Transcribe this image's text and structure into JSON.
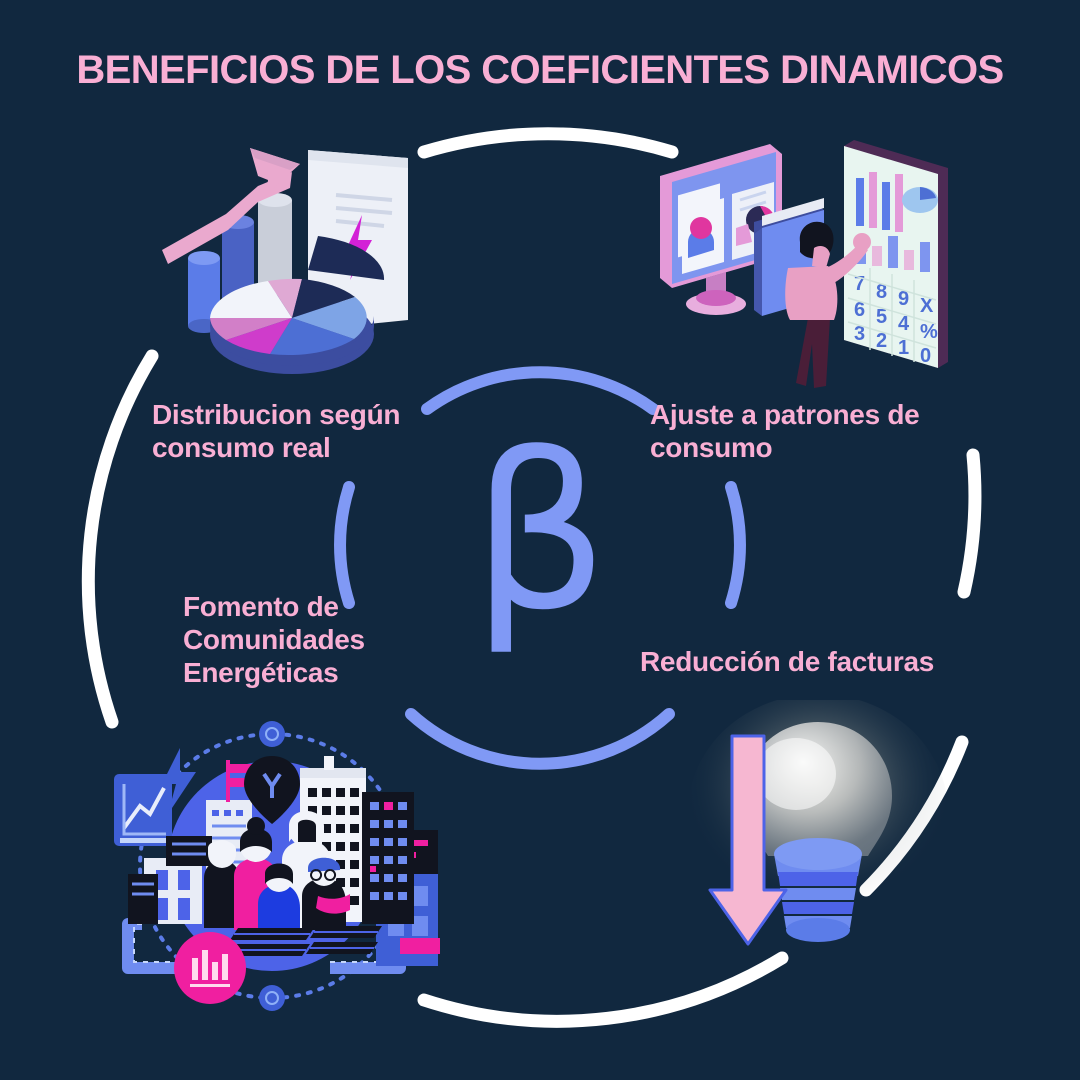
{
  "page": {
    "title": "BENEFICIOS DE LOS COEFICIENTES DINAMICOS",
    "center_symbol": "β",
    "background_color": "#11283f",
    "pink": "#f9afd4",
    "periwinkle": "#8099f5",
    "white": "#ffffff"
  },
  "benefits": [
    {
      "id": "distribucion",
      "label": "Distribucion según\nconsumo real",
      "position": "top-left",
      "icon": "charts-document-icon"
    },
    {
      "id": "ajuste",
      "label": "Ajuste a patrones de\nconsumo",
      "position": "top-right",
      "icon": "analyst-calculator-icon"
    },
    {
      "id": "fomento",
      "label": "Fomento de\nComunidades\nEnergéticas",
      "position": "bottom-left",
      "icon": "energy-community-icon"
    },
    {
      "id": "reduccion",
      "label": "Reducción de facturas",
      "position": "bottom-right",
      "icon": "lightbulb-down-arrow-icon"
    }
  ],
  "calculator_keys": [
    [
      "7",
      "8",
      "9",
      "X"
    ],
    [
      "6",
      "5",
      "4",
      "%"
    ],
    [
      "3",
      "2",
      "1",
      "0"
    ]
  ]
}
